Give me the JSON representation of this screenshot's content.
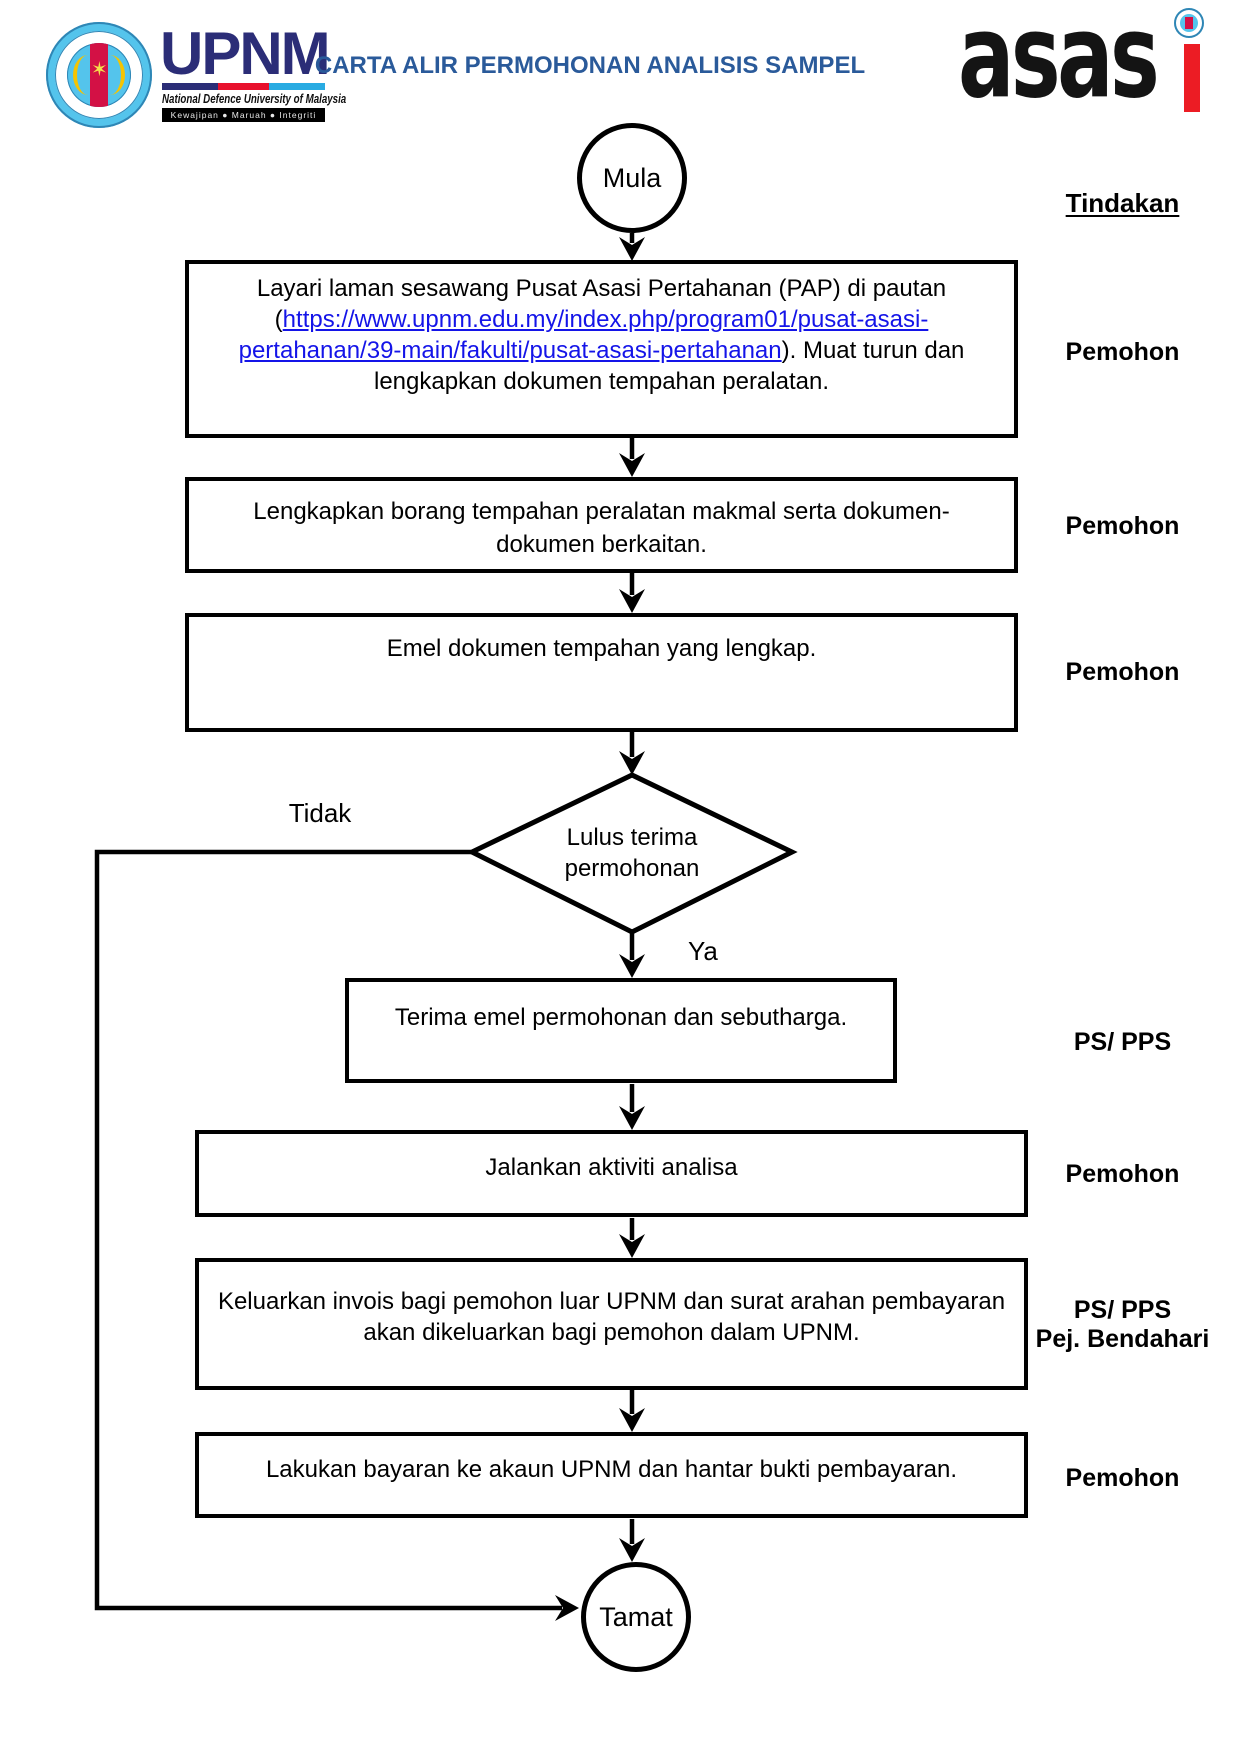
{
  "header": {
    "upnm_logo": {
      "acronym": "UPNM",
      "university_name": "National Defence University of Malaysia",
      "motto": "Kewajipan ● Maruah ● Integriti"
    },
    "title": "CARTA ALIR PERMOHONAN ANALISIS SAMPEL",
    "asasi_logo": {
      "wordmark_main": "asas",
      "wordmark_stem": "i"
    }
  },
  "action_column": {
    "heading": "Tindakan"
  },
  "flowchart": {
    "start_label": "Mula",
    "end_label": "Tamat",
    "decision": {
      "line1": "Lulus terima",
      "line2": "permohonan",
      "yes_label": "Ya",
      "no_label": "Tidak"
    },
    "steps": [
      {
        "line1": "Layari laman sesawang Pusat Asasi Pertahanan (PAP) di pautan",
        "line2_prefix": "(",
        "line2_link": "https://www.upnm.edu.my/index.php/program01/pusat-asasi-",
        "line3_link": "pertahanan/39-main/fakulti/pusat-asasi-pertahanan",
        "line3_suffix": "). Muat turun dan",
        "line4": "lengkapkan dokumen tempahan peralatan.",
        "actor": "Pemohon"
      },
      {
        "text": "Lengkapkan borang tempahan peralatan makmal serta dokumen-dokumen berkaitan.",
        "actor": "Pemohon"
      },
      {
        "text": "Emel dokumen tempahan yang lengkap.",
        "actor": "Pemohon"
      },
      {
        "text": "Terima emel permohonan dan sebutharga.",
        "actor": "PS/ PPS"
      },
      {
        "text": "Jalankan aktiviti analisa",
        "actor": "Pemohon"
      },
      {
        "text": "Keluarkan invois bagi pemohon luar UPNM dan surat arahan pembayaran akan dikeluarkan bagi pemohon dalam UPNM.",
        "actor_line1": "PS/ PPS",
        "actor_line2": "Pej. Bendahari"
      },
      {
        "text": "Lakukan bayaran ke akaun UPNM dan hantar bukti pembayaran.",
        "actor": "Pemohon"
      }
    ]
  },
  "colors": {
    "title_blue": "#2a5a9a",
    "hyperlink_blue": "#1414e8",
    "upnm_navy": "#2b2d77",
    "upnm_red": "#e8112d",
    "upnm_cyan": "#29abe2",
    "asasi_red": "#ec1c24",
    "seal_lightblue": "#54c4ec",
    "flow_stroke": "#000000"
  }
}
